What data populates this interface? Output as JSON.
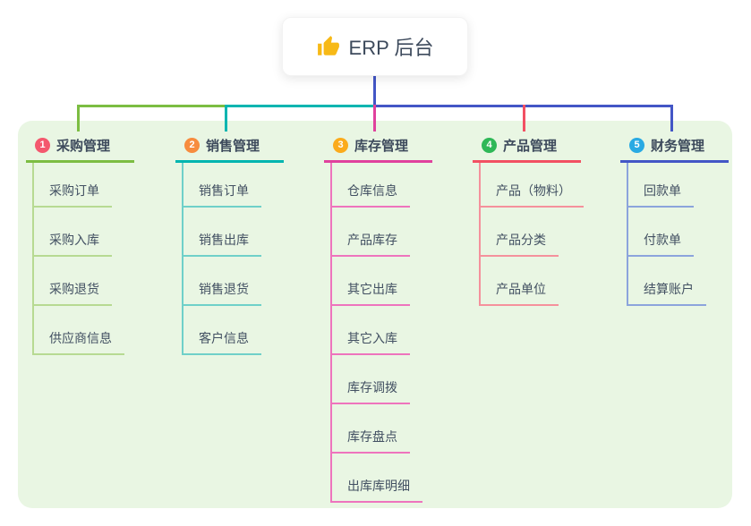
{
  "root": {
    "label": "ERP 后台",
    "icon": "thumbs-up",
    "icon_color": "#f7b916"
  },
  "colors": {
    "canvas_bg": "#ffffff",
    "panel_bg": "#e9f6e3",
    "root_connector": "#4356c6",
    "text": "#3d4a5c"
  },
  "branches": [
    {
      "badge": "1",
      "label": "采购管理",
      "badge_color": "#f4586e",
      "line_color": "#7cbd42",
      "child_line_color": "#b7da92",
      "children": [
        "采购订单",
        "采购入库",
        "采购退货",
        "供应商信息"
      ]
    },
    {
      "badge": "2",
      "label": "销售管理",
      "badge_color": "#f78c3e",
      "line_color": "#00b5b0",
      "child_line_color": "#6fd0c9",
      "children": [
        "销售订单",
        "销售出库",
        "销售退货",
        "客户信息"
      ]
    },
    {
      "badge": "3",
      "label": "库存管理",
      "badge_color": "#fbab1c",
      "line_color": "#e0419d",
      "child_line_color": "#ee74bd",
      "children": [
        "仓库信息",
        "产品库存",
        "其它出库",
        "其它入库",
        "库存调拨",
        "库存盘点",
        "出库库明细"
      ]
    },
    {
      "badge": "4",
      "label": "产品管理",
      "badge_color": "#2fb857",
      "line_color": "#f25063",
      "child_line_color": "#f5919c",
      "children": [
        "产品（物料）",
        "产品分类",
        "产品单位"
      ]
    },
    {
      "badge": "5",
      "label": "财务管理",
      "badge_color": "#29aae3",
      "line_color": "#4356c6",
      "child_line_color": "#8ca4dc",
      "children": [
        "回款单",
        "付款单",
        "结算账户"
      ]
    }
  ]
}
